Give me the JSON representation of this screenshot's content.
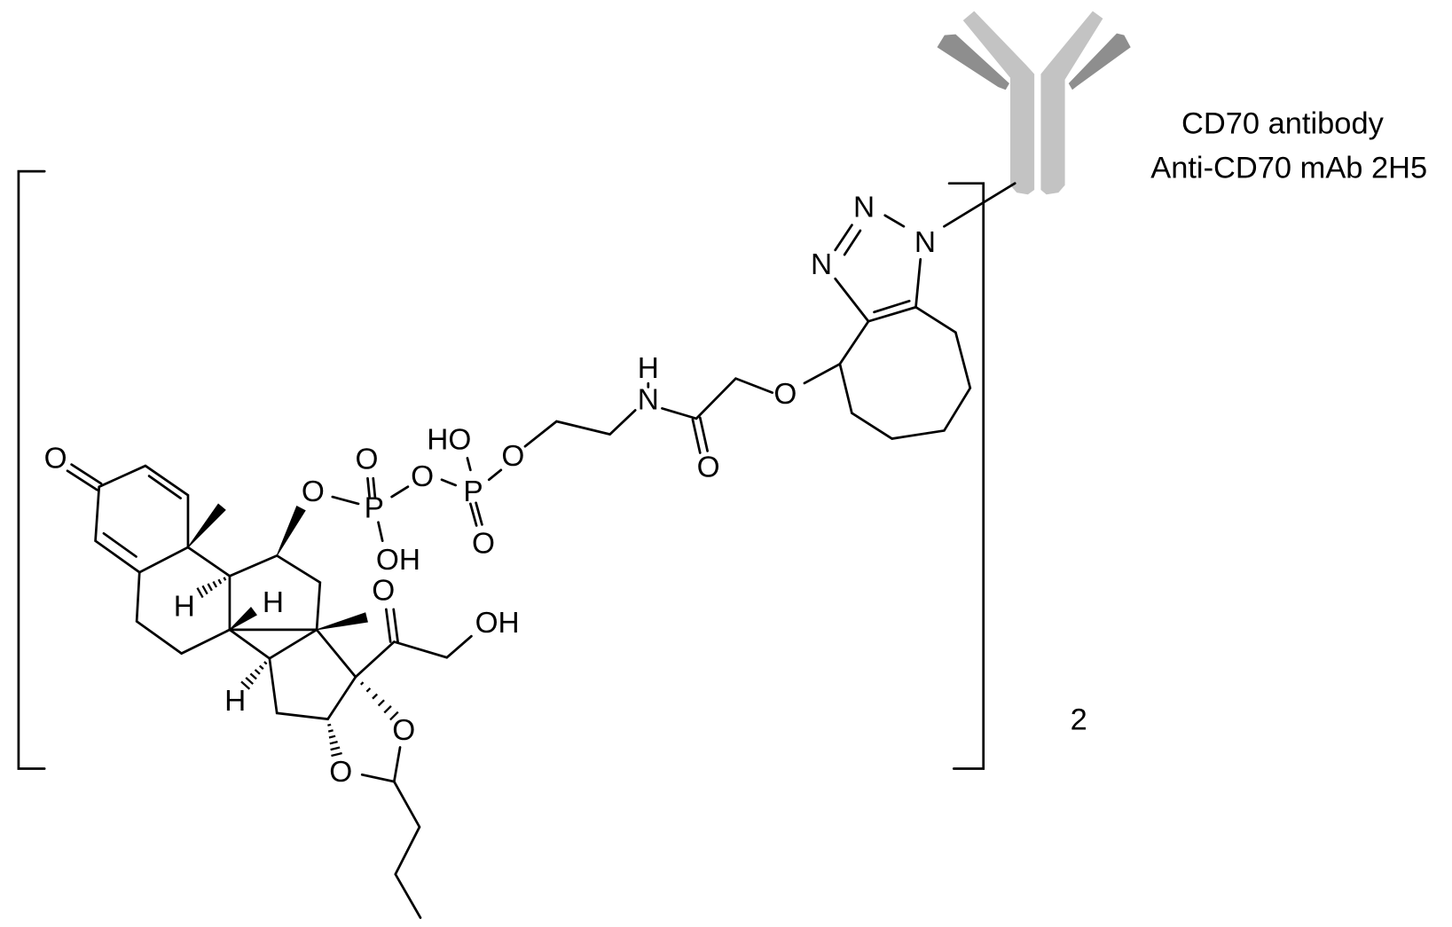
{
  "atoms": {
    "O": "O",
    "P": "P",
    "OH": "OH",
    "HO": "HO",
    "H": "H",
    "N": "N"
  },
  "multiplier": "2",
  "antibody": {
    "name": "CD70 antibody",
    "clone": "Anti-CD70 mAb 2H5"
  },
  "colors": {
    "heavy_chain": "#c3c3c3",
    "light_chain": "#8e8e8e",
    "bond": "#000000"
  }
}
